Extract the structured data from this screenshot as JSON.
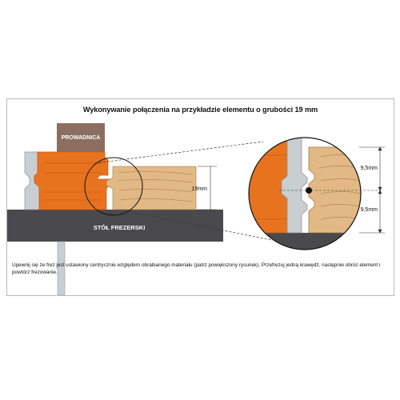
{
  "title": "Wykonywanie połączenia na przykładzie elementu o grubości 19 mm",
  "labels": {
    "guide": "PROWADNICA",
    "table": "STÓŁ FREZERSKI",
    "thickness": "19mm",
    "half_top": "9,5mm",
    "half_bottom": "9,5mm"
  },
  "caption": "Upewnij się że frez jest ustawiony centrycznie względem obrabianego materiału (patrz powiększony rysunek). Przefrezuj jedną krawędź, następnie obróć element i powtórz frezowanie.",
  "colors": {
    "cutter": "#e8731f",
    "cutter_dark": "#c85a12",
    "guide": "#8c6e60",
    "table": "#4a4a4e",
    "wood": "#e2b985",
    "wood_grain": "#b98c58",
    "shaft": "#c9ced2"
  }
}
